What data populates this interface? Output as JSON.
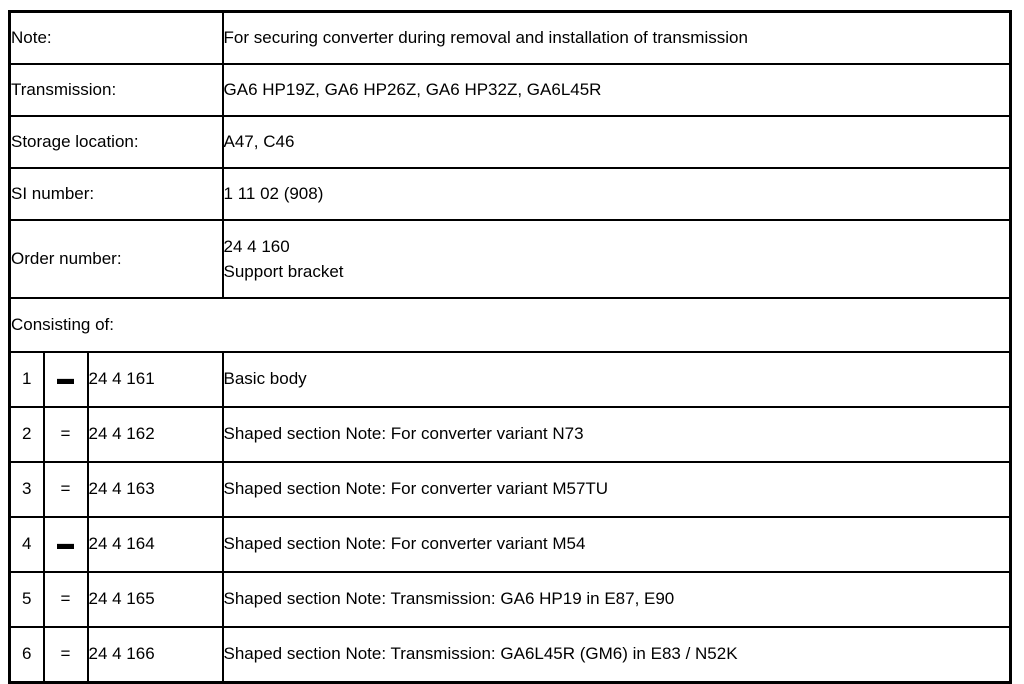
{
  "info_rows": [
    {
      "label": "Note:",
      "value": "For securing converter during removal and installation of transmission"
    },
    {
      "label": "Transmission:",
      "value": "GA6 HP19Z, GA6 HP26Z, GA6 HP32Z, GA6L45R"
    },
    {
      "label": "Storage location:",
      "value": "A47, C46"
    },
    {
      "label": "SI number:",
      "value": "1 11 02 (908)"
    },
    {
      "label": "Order number:",
      "values": [
        "24 4 160",
        "Support bracket"
      ]
    }
  ],
  "section_header": "Consisting of:",
  "parts": [
    {
      "num": "1",
      "eq": "▬",
      "part_number": "24 4 161",
      "description": "Basic body"
    },
    {
      "num": "2",
      "eq": "=",
      "part_number": "24 4 162",
      "description": "Shaped section Note: For converter variant N73"
    },
    {
      "num": "3",
      "eq": "=",
      "part_number": "24 4 163",
      "description": "Shaped section Note: For converter variant M57TU"
    },
    {
      "num": "4",
      "eq": "▬",
      "part_number": "24 4 164",
      "description": "Shaped section Note: For converter variant M54"
    },
    {
      "num": "5",
      "eq": "=",
      "part_number": "24 4 165",
      "description": "Shaped section Note: Transmission: GA6 HP19 in E87, E90"
    },
    {
      "num": "6",
      "eq": "=",
      "part_number": "24 4 166",
      "description": "Shaped section Note: Transmission: GA6L45R (GM6) in E83 / N52K"
    }
  ],
  "colors": {
    "border": "#000000",
    "text": "#000000",
    "background": "#ffffff"
  }
}
